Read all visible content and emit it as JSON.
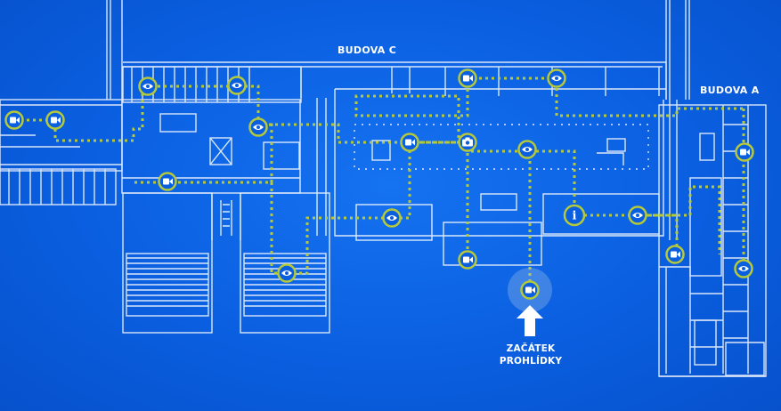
{
  "buildings": {
    "building_c": "BUDOVA C",
    "building_a": "BUDOVA A"
  },
  "start": {
    "line1": "ZAČÁTEK",
    "line2": "PROHLÍDKY"
  },
  "colors": {
    "background": "#0a5fe0",
    "walls": "#ffffff",
    "route": "#b5c93a",
    "marker_fill": "#0a5fe0",
    "marker_ring": "#b5c93a",
    "icon": "#ffffff"
  },
  "markers": [
    {
      "id": "m1",
      "icon": "video-icon"
    },
    {
      "id": "m2",
      "icon": "video-icon"
    },
    {
      "id": "m3",
      "icon": "eye-icon"
    },
    {
      "id": "m4",
      "icon": "eye-icon"
    },
    {
      "id": "m5",
      "icon": "eye-icon"
    },
    {
      "id": "m6",
      "icon": "video-icon"
    },
    {
      "id": "m7",
      "icon": "eye-icon"
    },
    {
      "id": "m8",
      "icon": "eye-icon"
    },
    {
      "id": "m9",
      "icon": "video-icon"
    },
    {
      "id": "m10",
      "icon": "camera-icon"
    },
    {
      "id": "m11",
      "icon": "eye-icon"
    },
    {
      "id": "m12",
      "icon": "video-icon"
    },
    {
      "id": "m13",
      "icon": "eye-icon"
    },
    {
      "id": "m14",
      "icon": "video-icon"
    },
    {
      "id": "m15",
      "icon": "info-icon"
    },
    {
      "id": "m16",
      "icon": "eye-icon"
    },
    {
      "id": "m17",
      "icon": "video-icon"
    },
    {
      "id": "m18",
      "icon": "video-icon"
    },
    {
      "id": "m19",
      "icon": "eye-icon"
    },
    {
      "id": "m20",
      "icon": "video-icon"
    },
    {
      "id": "start",
      "icon": "video-icon"
    }
  ]
}
